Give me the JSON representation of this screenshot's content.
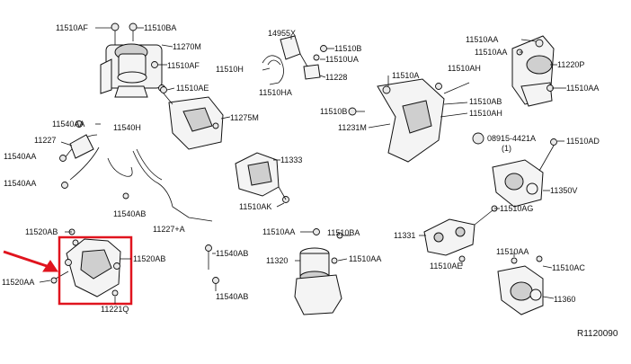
{
  "diagram": {
    "reference_code": "R1120090",
    "highlight_color": "#e0141e",
    "callouts": [
      "11510AF",
      "11510BA",
      "11270M",
      "11510AF",
      "11510AE",
      "11275M",
      "14955X",
      "11510B",
      "11510H",
      "11510UA",
      "11510HA",
      "11228",
      "11510AA",
      "11510AA",
      "11220P",
      "11510AA",
      "11510A",
      "11510AH",
      "11510AB",
      "11510AH",
      "11510B",
      "11231M",
      "11540AA",
      "11227",
      "11540AA",
      "11540AA",
      "11540H",
      "11540AB",
      "11333",
      "11510AK",
      "11227+A",
      "08915-4421A",
      "(1)",
      "11510AD",
      "11350V",
      "11510AG",
      "11331",
      "11510AE",
      "11520AB",
      "11520AB",
      "11520AA",
      "11221Q",
      "11510AA",
      "11510BA",
      "11320",
      "11510AA",
      "11540AB",
      "11540AB",
      "11510AA",
      "11510AC",
      "11360"
    ]
  }
}
